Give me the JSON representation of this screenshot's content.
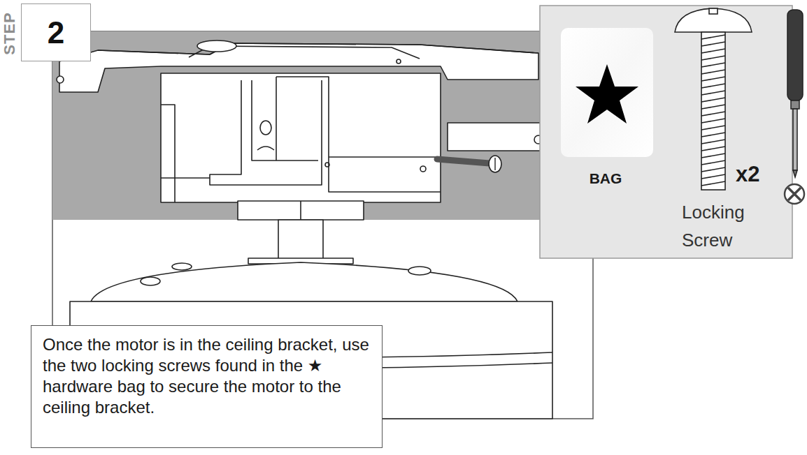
{
  "diagram": {
    "nodes": [
      {
        "text": [
          "STEP",
          "2"
        ]
      },
      {
        "text": [
          "BAG",
          "x2",
          "Locking Screw"
        ]
      },
      {
        "text": [
          "Once the motor is in the ceiling bracket, use the two locking screws found in the ★ hardware bag to secure the motor to the ceiling bracket."
        ]
      }
    ]
  }
}
